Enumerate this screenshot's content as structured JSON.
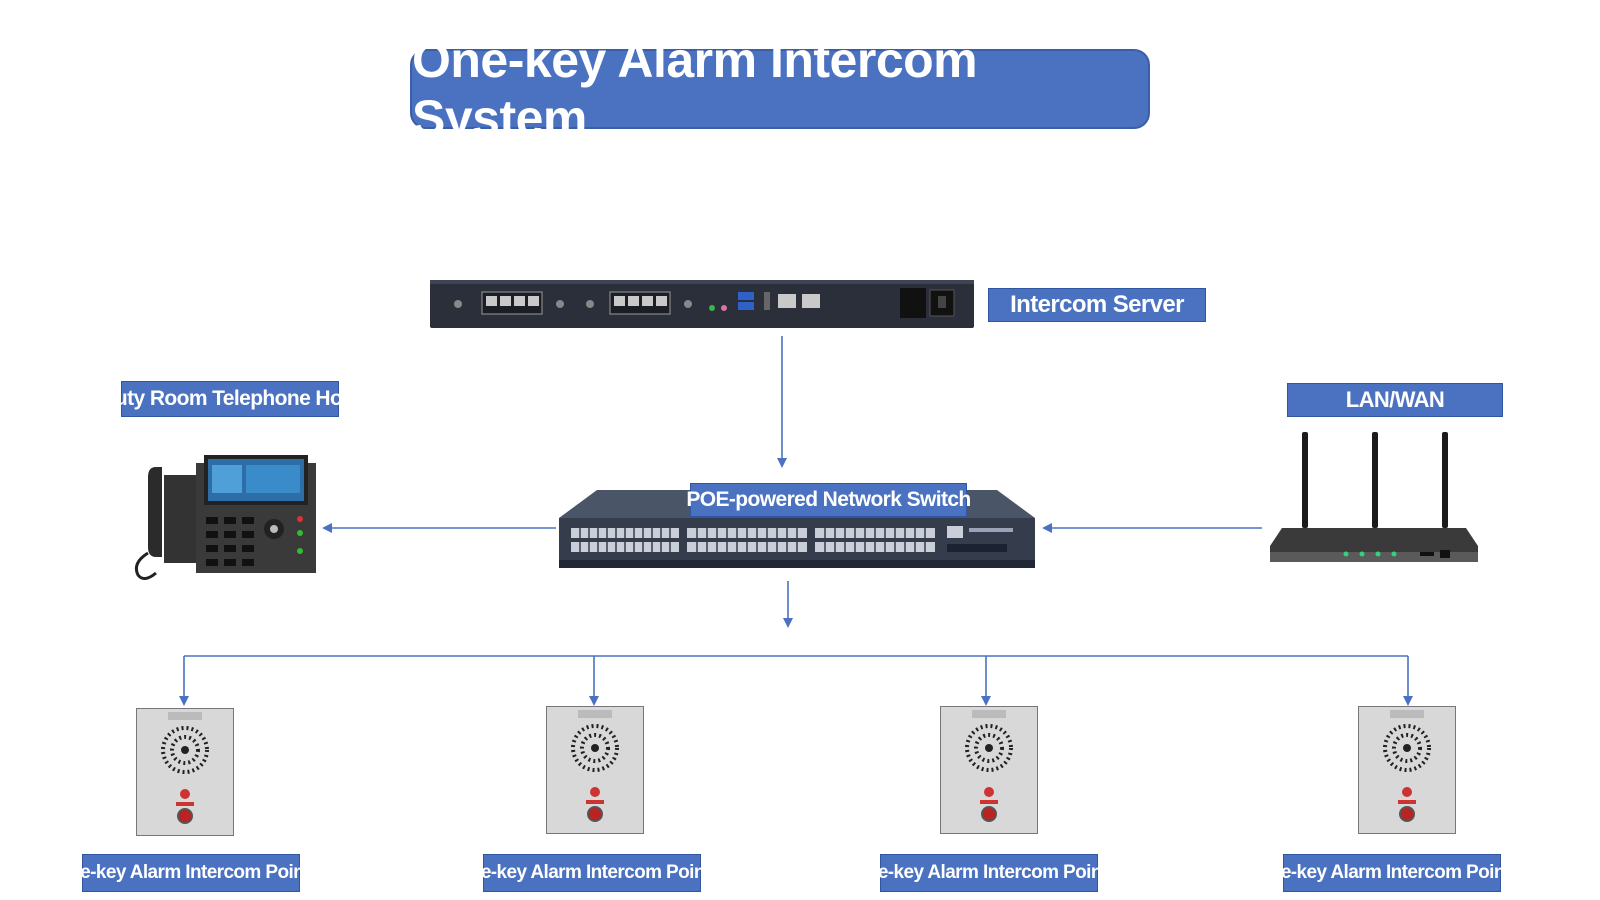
{
  "title": "One-key Alarm Intercom System",
  "nodes": {
    "server": "Intercom Server",
    "duty_room": "Duty Room Telephone Host",
    "lan_wan": "LAN/WAN",
    "switch": "POE-powered Network Switch",
    "point_a": "One-key Alarm Intercom Point A",
    "point_b": "One-key Alarm Intercom Point B",
    "point_c": "One-key Alarm Intercom Point C",
    "point_n": "One-key Alarm Intercom Point N"
  },
  "colors": {
    "accent": "#4a72c0",
    "line": "#4a72c0",
    "device_dark": "#2a2f3a"
  },
  "icons": [
    "server-rack-icon",
    "desk-phone-icon",
    "router-icon",
    "network-switch-icon",
    "intercom-panel-icon"
  ]
}
